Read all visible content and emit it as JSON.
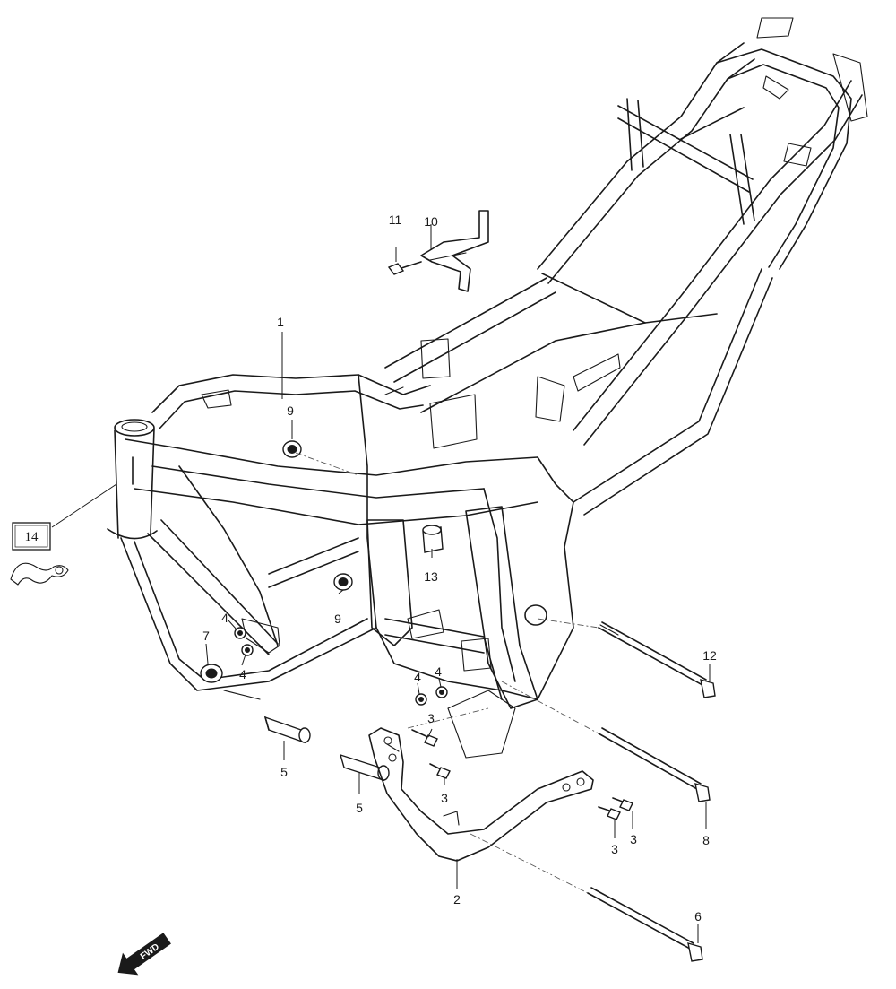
{
  "diagram": {
    "callouts": [
      {
        "id": "c1",
        "label": "1"
      },
      {
        "id": "c2",
        "label": "2"
      },
      {
        "id": "c3a",
        "label": "3"
      },
      {
        "id": "c3b",
        "label": "3"
      },
      {
        "id": "c3c",
        "label": "3"
      },
      {
        "id": "c3d",
        "label": "3"
      },
      {
        "id": "c4a",
        "label": "4"
      },
      {
        "id": "c4b",
        "label": "4"
      },
      {
        "id": "c4c",
        "label": "4"
      },
      {
        "id": "c4d",
        "label": "4"
      },
      {
        "id": "c5a",
        "label": "5"
      },
      {
        "id": "c5b",
        "label": "5"
      },
      {
        "id": "c6",
        "label": "6"
      },
      {
        "id": "c7",
        "label": "7"
      },
      {
        "id": "c8",
        "label": "8"
      },
      {
        "id": "c9a",
        "label": "9"
      },
      {
        "id": "c9b",
        "label": "9"
      },
      {
        "id": "c10",
        "label": "10"
      },
      {
        "id": "c11",
        "label": "11"
      },
      {
        "id": "c12",
        "label": "12"
      },
      {
        "id": "c13",
        "label": "13"
      }
    ],
    "boxed_callout": {
      "label": "14"
    },
    "direction_arrow": {
      "label": "FWD"
    }
  }
}
